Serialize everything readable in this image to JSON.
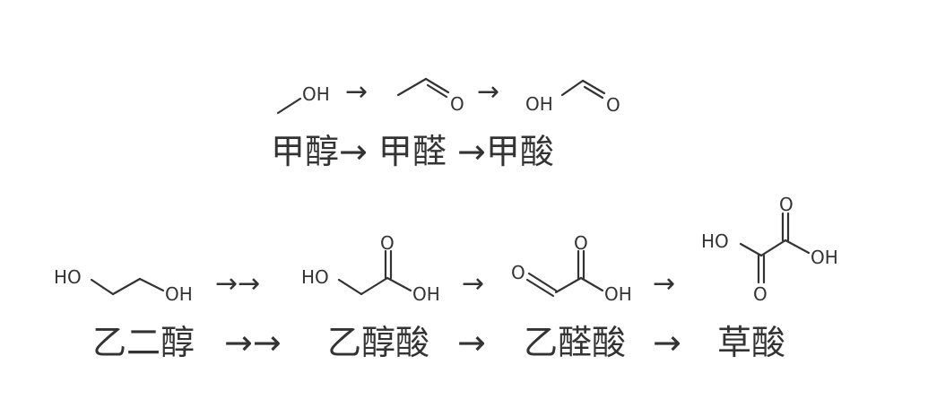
{
  "row1": {
    "caption": "甲醇→ 甲醛 →甲酸",
    "arrow1": "→",
    "arrow2": "→",
    "methanol": {
      "oh": "OH"
    },
    "formaldehyde": {
      "o": "O"
    },
    "formic_acid": {
      "oh": "OH",
      "o": "O"
    }
  },
  "row2": {
    "caption_ethylene_glycol": "乙二醇",
    "caption_arrow1": "→→",
    "caption_glycolic_acid": "乙醇酸",
    "caption_arrow2": "→",
    "caption_glyoxylic_acid": "乙醛酸",
    "caption_arrow3": "→",
    "caption_oxalic_acid": "草酸",
    "arrow1": "→→",
    "arrow2": "→",
    "arrow3": "→",
    "ethylene_glycol": {
      "ho": "HO",
      "oh": "OH"
    },
    "glycolic_acid": {
      "ho": "HO",
      "o": "O",
      "oh": "OH"
    },
    "glyoxylic_acid": {
      "o_left": "O",
      "o_top": "O",
      "oh": "OH"
    },
    "oxalic_acid": {
      "ho": "HO",
      "o_top": "O",
      "o_bottom": "O",
      "oh": "OH"
    }
  }
}
